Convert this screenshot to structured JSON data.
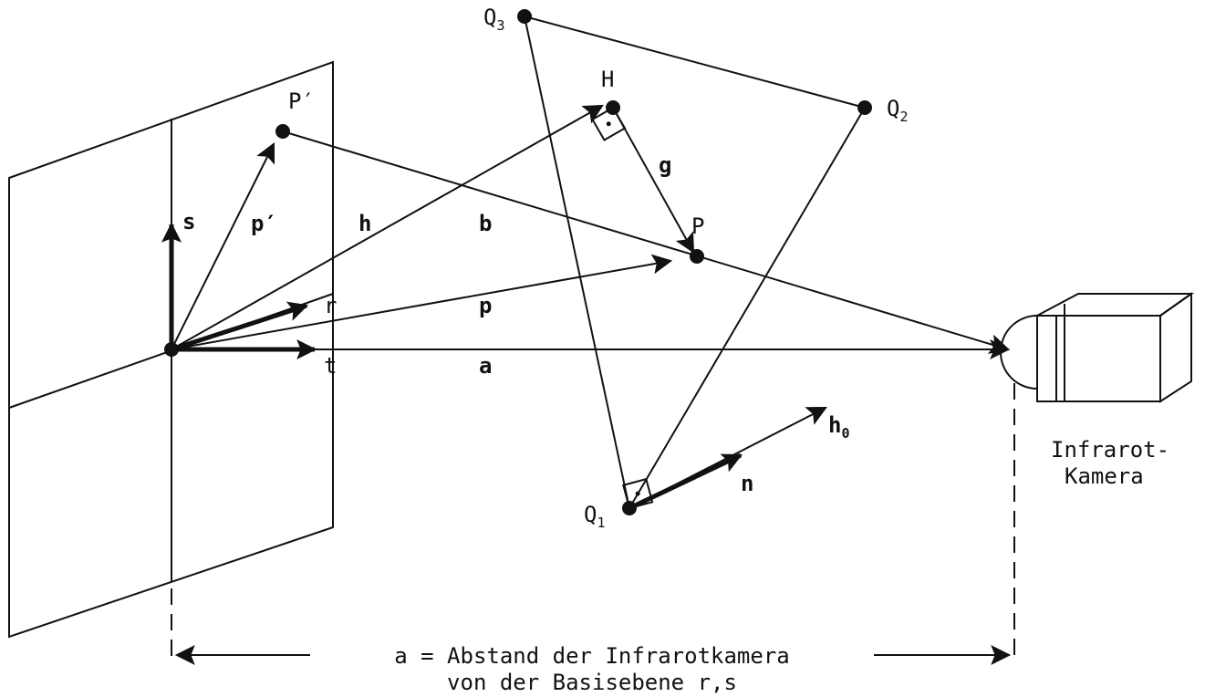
{
  "points": {
    "Q1": "Q",
    "Q1_sub": "1",
    "Q2": "Q",
    "Q2_sub": "2",
    "Q3": "Q",
    "Q3_sub": "3",
    "H": "H",
    "P": "P",
    "P_prime": "P′"
  },
  "vectors": {
    "s": "s",
    "r": "r",
    "t": "t",
    "p_prime": "p′",
    "h": "h",
    "b": "b",
    "g": "g",
    "p": "p",
    "a": "a",
    "n": "n",
    "h0": "h",
    "h0_sub": "0"
  },
  "camera": {
    "line1": "Infrarot-",
    "line2": "Kamera"
  },
  "distance": {
    "line1": "a = Abstand der Infrarotkamera",
    "line2": "von der Basisebene r,s"
  }
}
